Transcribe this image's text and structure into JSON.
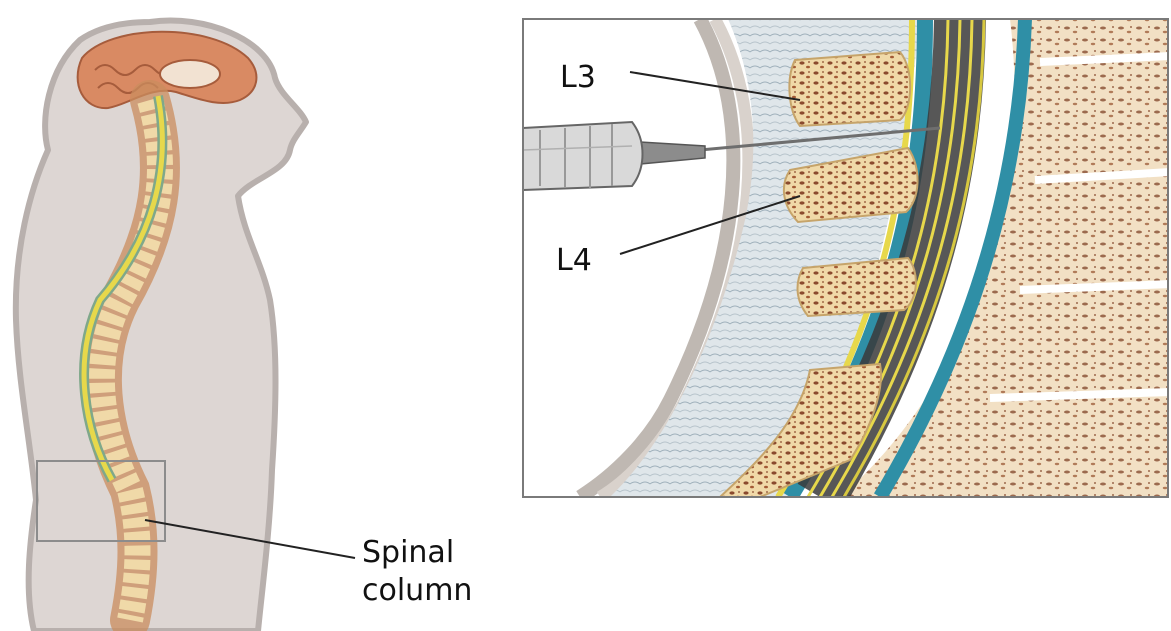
{
  "labels": {
    "l3": "L3",
    "l4": "L4",
    "spinal_line1": "Spinal",
    "spinal_line2": "column"
  },
  "colors": {
    "body": "#ddd6d3",
    "body_outline": "#b8b0ad",
    "brain": "#d98a63",
    "bone": "#f0d9a8",
    "bone_pores": "#8a4a2e",
    "cord_yellow": "#e7d84b",
    "dura_blue": "#2f8fa6",
    "ligament": "#c9d3da",
    "soft_tissue": "#f1e3c9",
    "frame": "#7a7a7a",
    "needle": "#6e6e6e"
  }
}
